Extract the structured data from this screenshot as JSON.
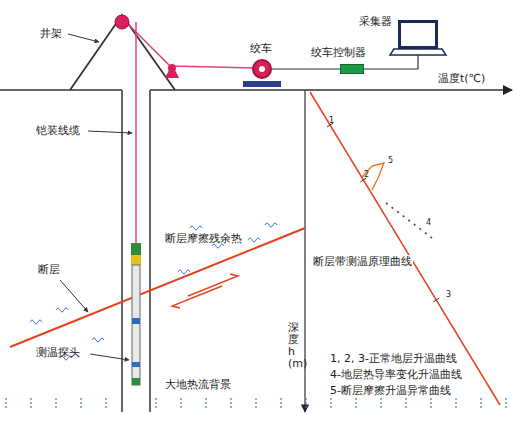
{
  "diagram": {
    "nodes": [
      {
        "text": [
          "绞车"
        ]
      },
      {
        "text": [
          "绞车控制器"
        ]
      },
      {
        "text": [
          "采集器"
        ]
      }
    ],
    "edges": [
      {
        "from": 0,
        "to": 1,
        "arrow": "none"
      },
      {
        "from": 1,
        "to": 2,
        "arrow": "none"
      }
    ],
    "labels": [
      "井架",
      "铠装线缆",
      "断层",
      "测温探头",
      "断层摩擦残余热",
      "大地热流背景",
      "温度t(℃)",
      "深度h(m)",
      "断层带测温原理曲线",
      "1",
      "5",
      "2",
      "4",
      "3",
      "1, 2, 3-正常地层升温曲线",
      "4-地层热导率变化升温曲线",
      "5-断层摩擦升温异常曲线"
    ]
  }
}
